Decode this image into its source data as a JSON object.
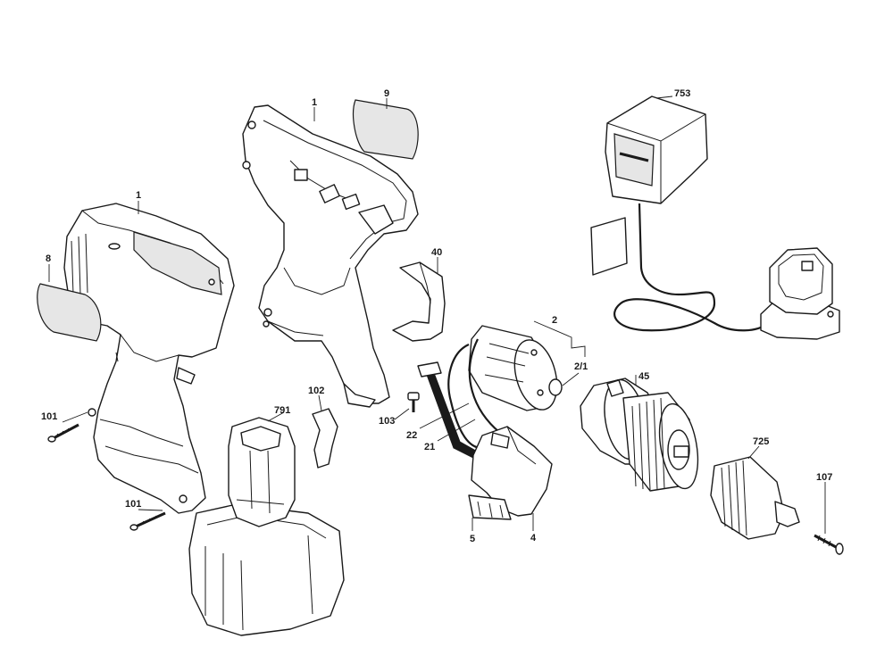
{
  "labels": {
    "housing_right": "1",
    "housing_left": "1",
    "nameplate_top": "9",
    "nameplate_left": "8",
    "charger_adapter": "753",
    "bracket": "40",
    "motor": "2",
    "motor_pinion": "2/1",
    "gearbox": "45",
    "chuck": "725",
    "chuck_screw": "107",
    "housing_screw_a": "101",
    "housing_screw_b": "101",
    "clip": "102",
    "battery": "791",
    "small_screw": "103",
    "wire_a": "22",
    "wire_b": "21",
    "switch": "4",
    "reverse_slide": "5"
  },
  "icon_names": [
    "drill-housing",
    "battery-pack",
    "charger",
    "motor",
    "gearbox",
    "keyless-chuck",
    "switch",
    "screw"
  ]
}
